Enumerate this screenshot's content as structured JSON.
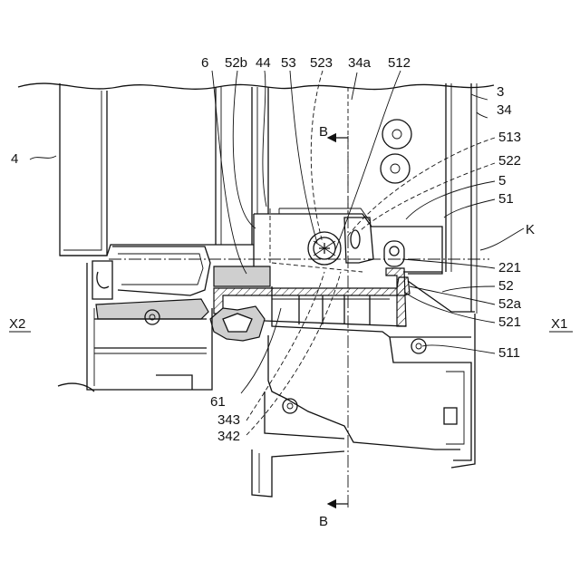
{
  "labels": {
    "l4": "4",
    "l6": "6",
    "l52b": "52b",
    "l44": "44",
    "l53": "53",
    "l523": "523",
    "l34a": "34a",
    "l512": "512",
    "l3": "3",
    "l34": "34",
    "lB_top": "B",
    "l513": "513",
    "l522": "522",
    "l5": "5",
    "l51": "51",
    "lK": "K",
    "l221": "221",
    "l52": "52",
    "l52a": "52a",
    "l521": "521",
    "l511": "511",
    "lX2": "X2",
    "lX1": "X1",
    "l61": "61",
    "l343": "343",
    "l342": "342",
    "lB_bottom": "B"
  }
}
